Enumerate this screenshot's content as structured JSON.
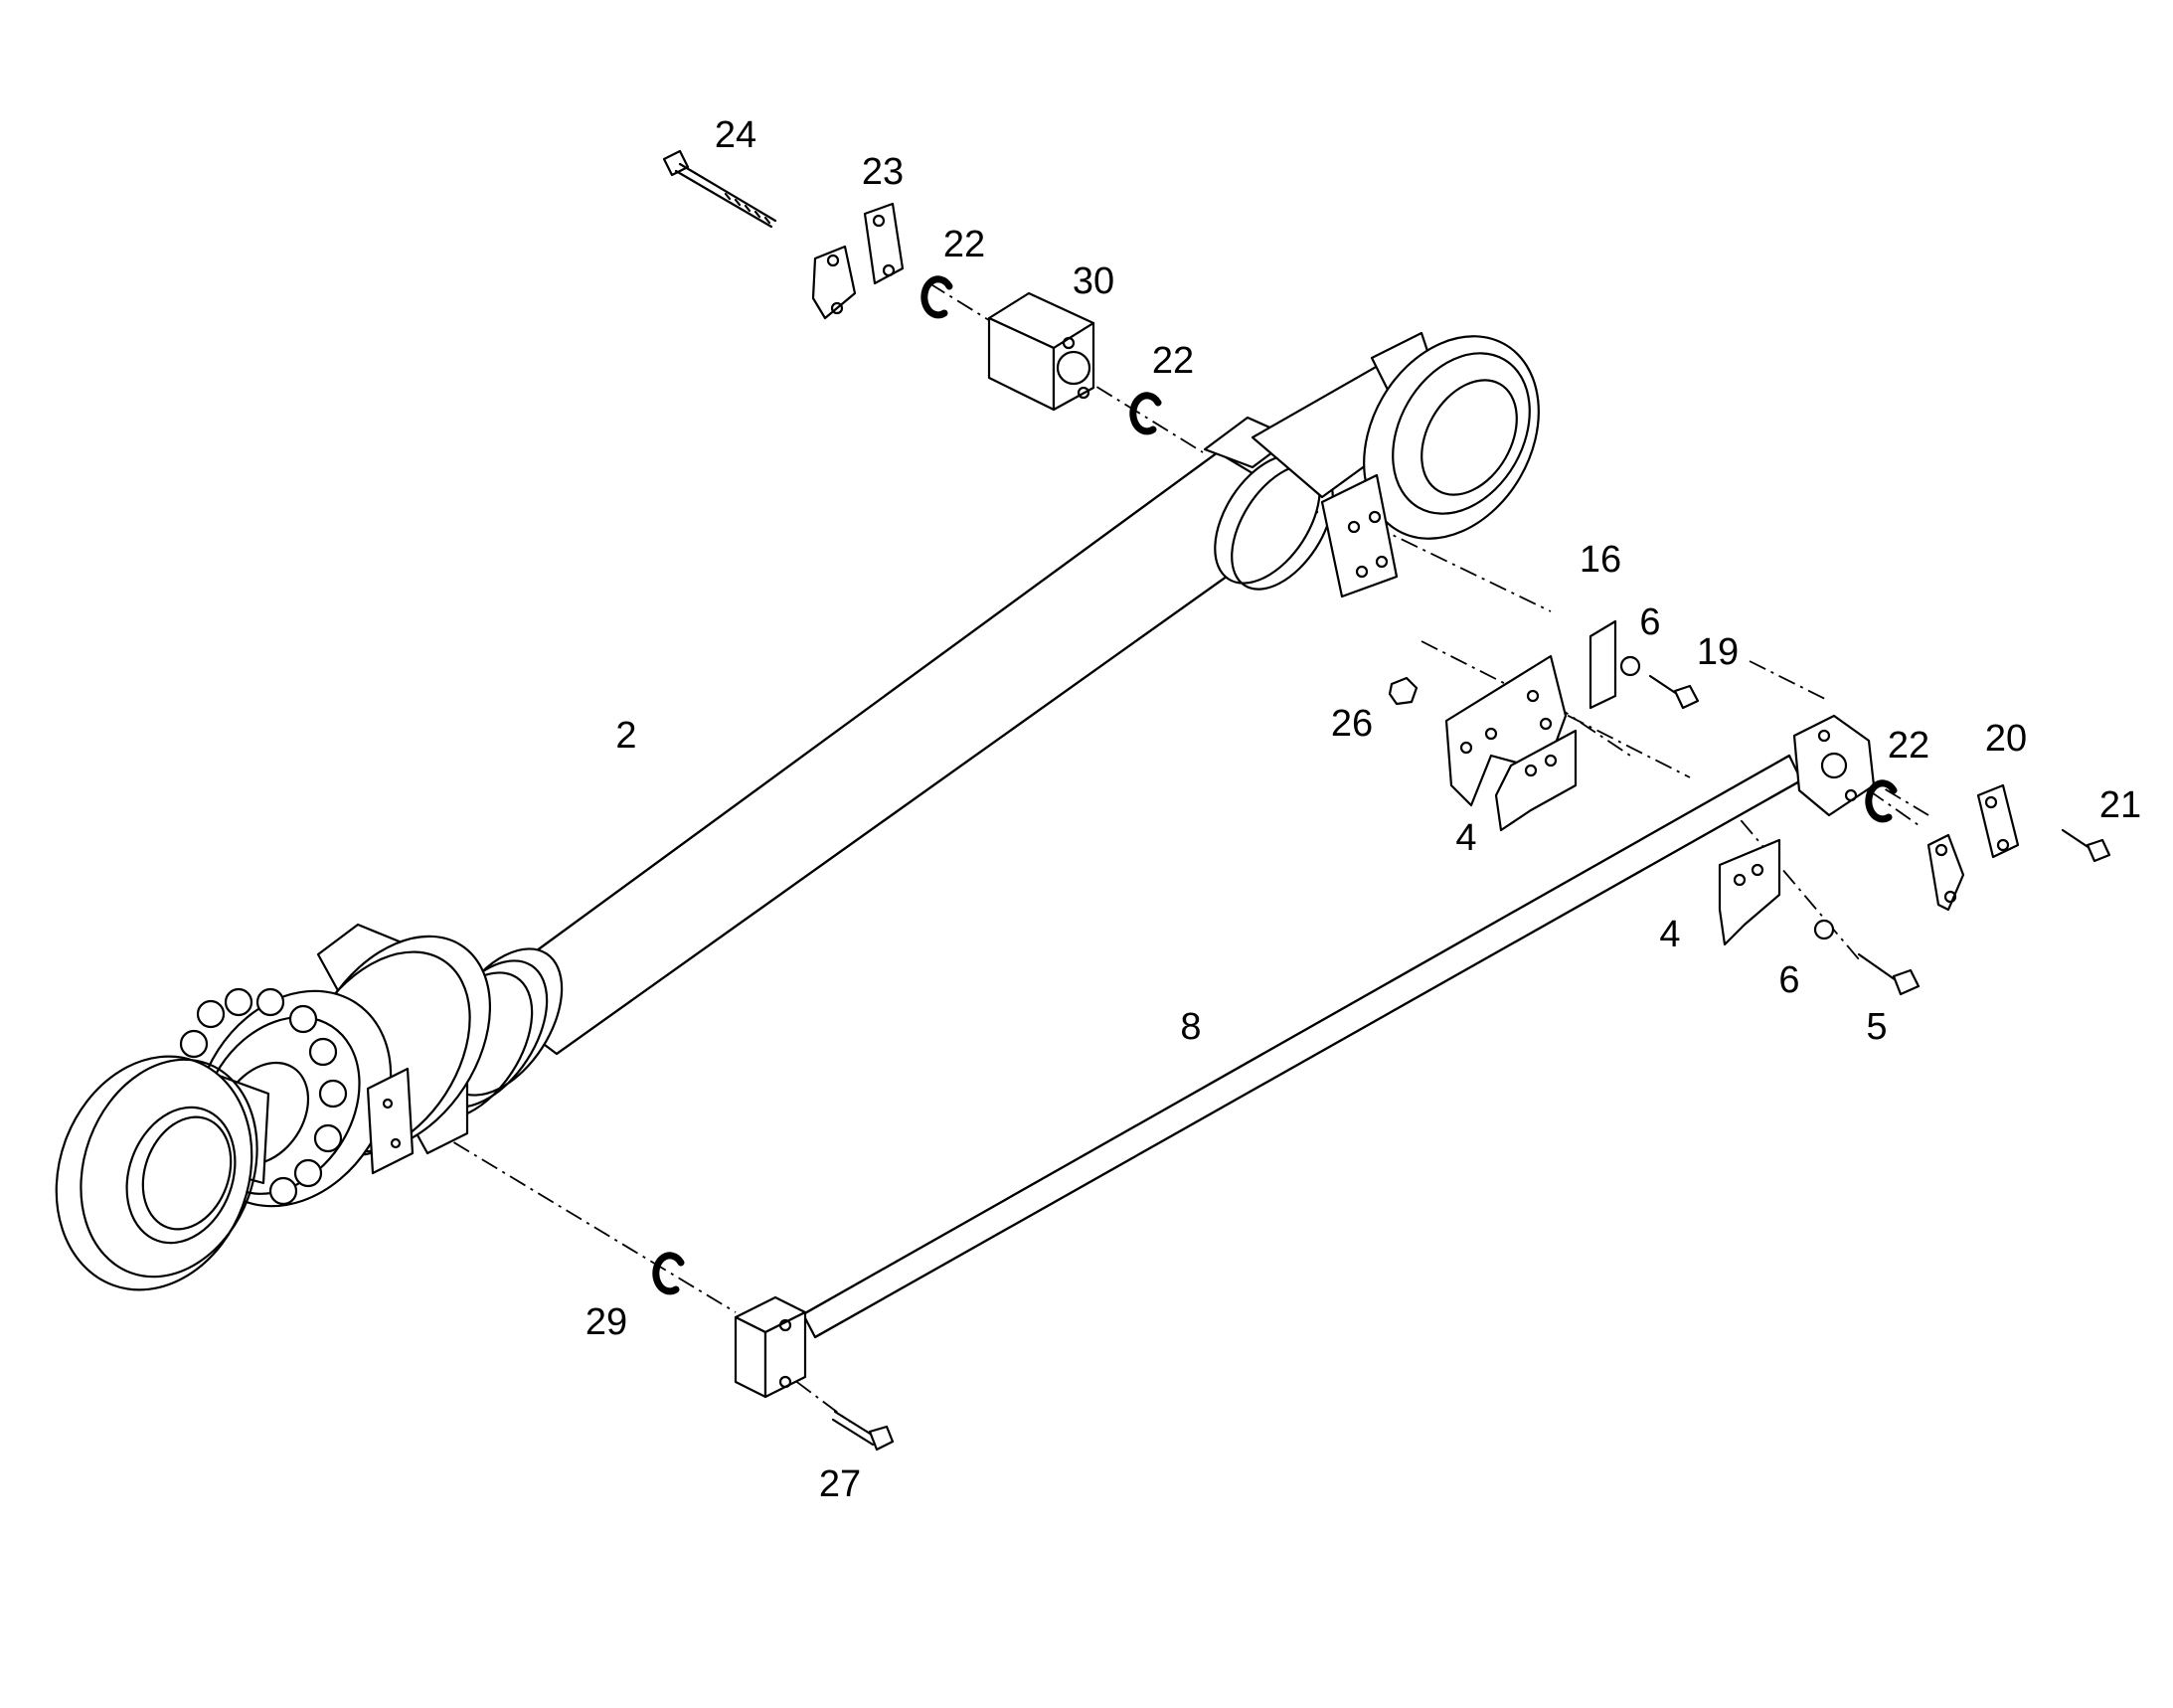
{
  "callouts": {
    "c2": "2",
    "c4a": "4",
    "c4b": "4",
    "c5": "5",
    "c6a": "6",
    "c6b": "6",
    "c8": "8",
    "c16": "16",
    "c19": "19",
    "c20": "20",
    "c21": "21",
    "c22a": "22",
    "c22b": "22",
    "c22c": "22",
    "c23": "23",
    "c24": "24",
    "c26": "26",
    "c27": "27",
    "c29": "29",
    "c30": "30"
  },
  "colors": {
    "line": "#000000",
    "background": "#ffffff"
  }
}
